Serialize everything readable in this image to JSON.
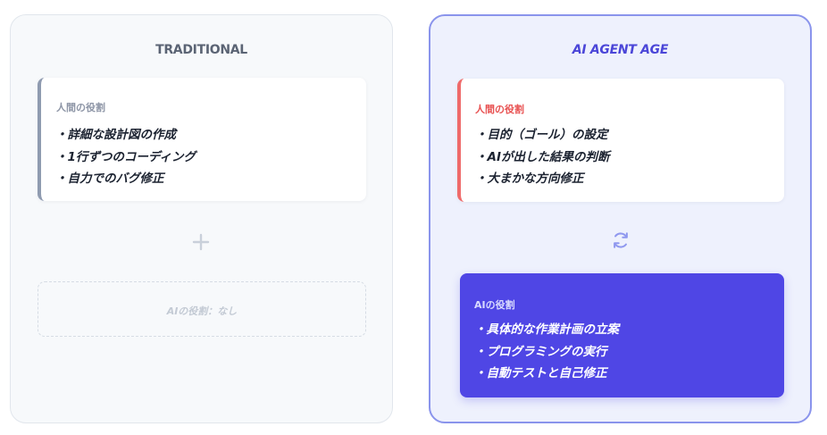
{
  "traditional": {
    "title": "TRADITIONAL",
    "human_role": {
      "label": "人間の役割",
      "items": [
        "・詳細な設計図の作成",
        "・1行ずつのコーディング",
        "・自力でのバグ修正"
      ]
    },
    "connector_icon": "plus-icon",
    "ai_role": "AIの役割：なし"
  },
  "ai_agent_age": {
    "title": "AI AGENT AGE",
    "human_role": {
      "label": "人間の役割",
      "items": [
        "・目的（ゴール）の設定",
        "・AIが出した結果の判断",
        "・大まかな方向修正"
      ]
    },
    "connector_icon": "sync-icon",
    "ai_role": {
      "label": "AIの役割",
      "items": [
        "・具体的な作業計画の立案",
        "・プログラミングの実行",
        "・自動テストと自己修正"
      ]
    }
  },
  "colors": {
    "accent": "#4f46e5",
    "human_accent": "#ef6b6b",
    "neutral_border": "#8f9bb0"
  }
}
